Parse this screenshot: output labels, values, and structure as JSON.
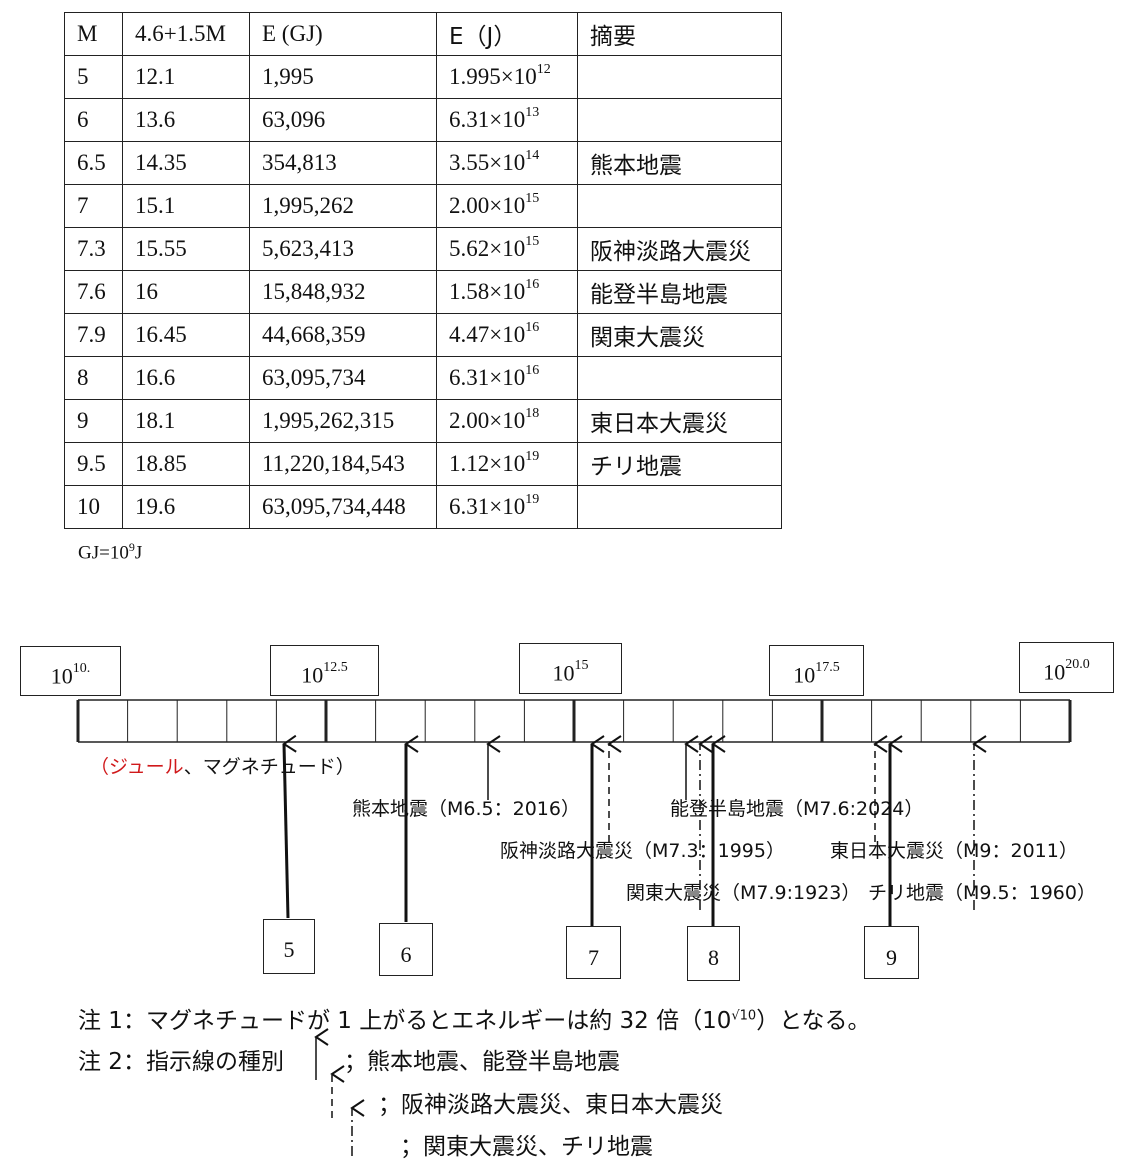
{
  "table": {
    "headers": [
      "M",
      "4.6+1.5M",
      "E (GJ)",
      "E（J）",
      "摘要"
    ],
    "rows": [
      {
        "m": "5",
        "formula": "12.1",
        "gj": "1,995",
        "j_base": "1.995×10",
        "j_exp": "12",
        "note": ""
      },
      {
        "m": "6",
        "formula": "13.6",
        "gj": "63,096",
        "j_base": "6.31×10",
        "j_exp": "13",
        "note": ""
      },
      {
        "m": "6.5",
        "formula": "14.35",
        "gj": "354,813",
        "j_base": "3.55×10",
        "j_exp": "14",
        "note": "熊本地震"
      },
      {
        "m": "7",
        "formula": "15.1",
        "gj": "1,995,262",
        "j_base": "2.00×10",
        "j_exp": "15",
        "note": ""
      },
      {
        "m": "7.3",
        "formula": "15.55",
        "gj": "5,623,413",
        "j_base": "5.62×10",
        "j_exp": "15",
        "note": "阪神淡路大震災"
      },
      {
        "m": "7.6",
        "formula": "16",
        "gj": "15,848,932",
        "j_base": "1.58×10",
        "j_exp": "16",
        "note": "能登半島地震"
      },
      {
        "m": "7.9",
        "formula": "16.45",
        "gj": "44,668,359",
        "j_base": "4.47×10",
        "j_exp": "16",
        "note": "関東大震災"
      },
      {
        "m": "8",
        "formula": "16.6",
        "gj": "63,095,734",
        "j_base": "6.31×10",
        "j_exp": "16",
        "note": ""
      },
      {
        "m": "9",
        "formula": "18.1",
        "gj": "1,995,262,315",
        "j_base": "2.00×10",
        "j_exp": "18",
        "note": "東日本大震災"
      },
      {
        "m": "9.5",
        "formula": "18.85",
        "gj": "11,220,184,543",
        "j_base": "1.12×10",
        "j_exp": "19",
        "note": "チリ地震"
      },
      {
        "m": "10",
        "formula": "19.6",
        "gj": "63,095,734,448",
        "j_base": "6.31×10",
        "j_exp": "19",
        "note": ""
      }
    ]
  },
  "unit_note": {
    "base": "GJ=10",
    "exp": "9",
    "tail": "J"
  },
  "scale": {
    "labels": [
      {
        "base": "10",
        "exp": "10."
      },
      {
        "base": "10",
        "exp": "12.5"
      },
      {
        "base": "10",
        "exp": "15"
      },
      {
        "base": "10",
        "exp": "17.5"
      },
      {
        "base": "10",
        "exp": "20.0"
      }
    ],
    "caption_open": "（",
    "caption_red": "ジュール",
    "caption_rest": "、マグネチュード）",
    "caption_color": "#d0191b"
  },
  "magnitude_boxes": [
    "5",
    "6",
    "7",
    "8",
    "9"
  ],
  "events": {
    "kumamoto": "熊本地震（M6.5：2016）",
    "noto": "能登半島地震（M7.6:2024）",
    "hanshin": "阪神淡路大震災（M7.3：1995）",
    "higashi": "東日本大震災（M9：2011）",
    "kanto": "関東大震災（M7.9:1923）",
    "chile": "チリ地震（M9.5：1960）"
  },
  "notes": {
    "note1_pre": "注 1：マグネチュードが 1 上がるとエネルギーは約 32 倍（10",
    "note1_sup": "√10",
    "note1_post": "）となる。",
    "note2_label": "注 2：指示線の種別",
    "legend_solid": "；熊本地震、能登半島地震",
    "legend_dashed": "；阪神淡路大震災、東日本大震災",
    "legend_dashdot": "；関東大震災、チリ地震"
  }
}
